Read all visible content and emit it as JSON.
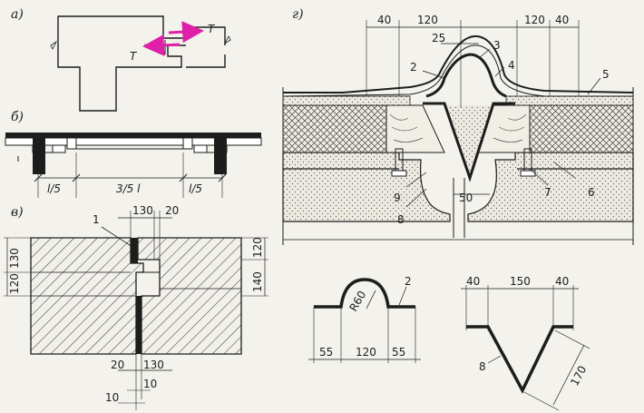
{
  "panels": {
    "a": "а)",
    "b": "б)",
    "v": "в)",
    "g": "г)"
  },
  "panel_a": {
    "force_label": "T"
  },
  "panel_b": {
    "dim_left": "l/5",
    "dim_mid": "3/5 l",
    "dim_right": "l/5"
  },
  "panel_v": {
    "callout": "1",
    "dim_top_130": "130",
    "dim_top_20": "20",
    "dim_left_130": "130",
    "dim_left_120": "120",
    "dim_right_120": "120",
    "dim_right_140": "140",
    "dim_bot_20": "20",
    "dim_bot_130": "130",
    "dim_bot_10a": "10",
    "dim_bot_10b": "10"
  },
  "panel_g": {
    "dim_40a": "40",
    "dim_120a": "120",
    "dim_120b": "120",
    "dim_40b": "40",
    "dim_25": "25",
    "dim_50": "50",
    "callouts": [
      "2",
      "3",
      "4",
      "5",
      "6",
      "7",
      "8",
      "9"
    ]
  },
  "detail_2": {
    "radius": "R60",
    "callout": "2",
    "dim_55a": "55",
    "dim_120": "120",
    "dim_55b": "55"
  },
  "detail_8": {
    "dim_40a": "40",
    "dim_150": "150",
    "dim_40b": "40",
    "dim_170": "170",
    "callout": "8"
  },
  "colors": {
    "ink": "#1d1d1d",
    "arrow": "#e020a8",
    "paper": "#f3f2ec"
  }
}
